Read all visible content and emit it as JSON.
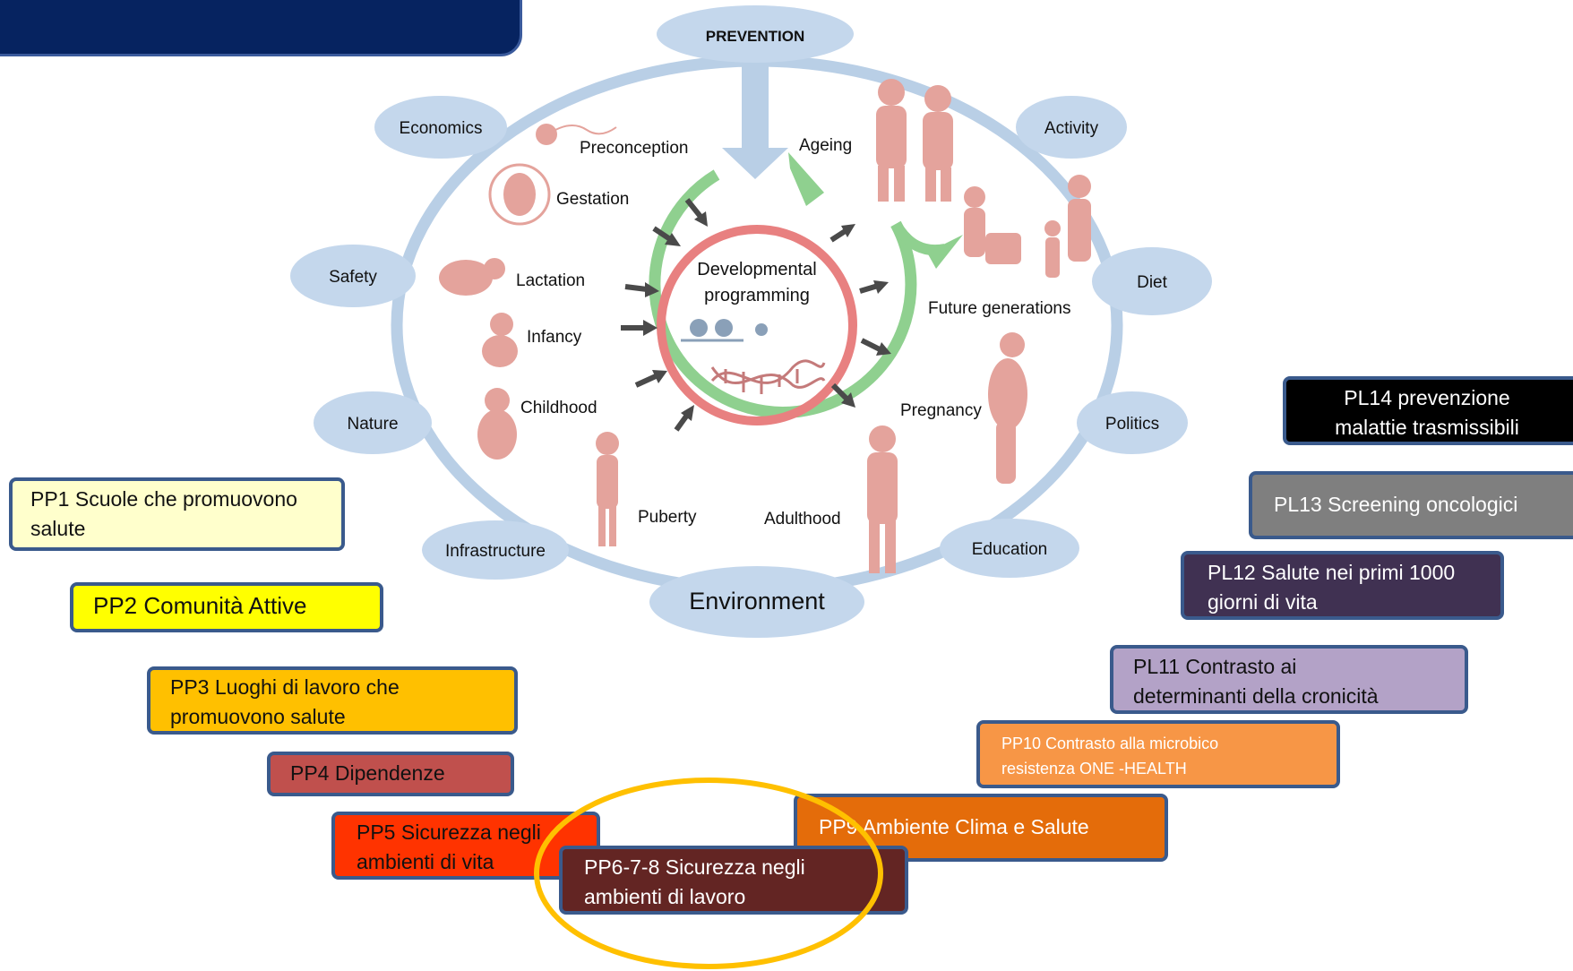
{
  "diagram": {
    "top_label": "PREVENTION",
    "bottom_label": "Environment",
    "center_label_line1": "Developmental",
    "center_label_line2": "programming",
    "outer_nodes": {
      "economics": "Economics",
      "activity": "Activity",
      "safety": "Safety",
      "diet": "Diet",
      "nature": "Nature",
      "politics": "Politics",
      "infrastructure": "Infrastructure",
      "education": "Education"
    },
    "stages": {
      "preconception": "Preconception",
      "gestation": "Gestation",
      "lactation": "Lactation",
      "infancy": "Infancy",
      "childhood": "Childhood",
      "puberty": "Puberty",
      "adulthood": "Adulthood",
      "pregnancy": "Pregnancy",
      "future_generations": "Future generations",
      "ageing": "Ageing"
    },
    "colors": {
      "ring": "#b9cfe6",
      "outer_node": "#c4d7ec",
      "green_arrow": "#8fd08f",
      "red_ring": "#e88080",
      "silhouette": "#e4a39c",
      "arrow_gray": "#4a4a4a"
    }
  },
  "programs": {
    "pp1": {
      "label_line1": "PP1 Scuole che promuovono",
      "label_line2": "salute",
      "color": "#ffffcc"
    },
    "pp2": {
      "label_line1": "PP2 Comunità Attive",
      "color": "#ffff00"
    },
    "pp3": {
      "label_line1": "PP3 Luoghi di lavoro che",
      "label_line2": "promuovono salute",
      "color": "#ffc000"
    },
    "pp4": {
      "label_line1": "PP4 Dipendenze",
      "color": "#c0504d"
    },
    "pp5": {
      "label_line1": "PP5 Sicurezza negli",
      "label_line2": "ambienti di vita",
      "color": "#ff3300"
    },
    "pp678": {
      "label_line1": "PP6-7-8 Sicurezza negli",
      "label_line2": "ambienti di lavoro",
      "color": "#632523"
    },
    "pp9": {
      "label_line1": "PP9 Ambiente Clima e Salute",
      "color": "#e46c0a"
    },
    "pp10": {
      "label_line1": "PP10 Contrasto alla microbico",
      "label_line2": "resistenza ONE -HEALTH",
      "color": "#f79646"
    },
    "pl11": {
      "label_line1": "PL11 Contrasto ai",
      "label_line2": "determinanti della cronicità",
      "color": "#b3a2c7"
    },
    "pl12": {
      "label_line1": "PL12 Salute nei primi 1000",
      "label_line2": "giorni di vita",
      "color": "#403152"
    },
    "pl13": {
      "label_line1": "PL13 Screening oncologici",
      "color": "#7f7f7f"
    },
    "pl14": {
      "label_line1": "PL14 prevenzione",
      "label_line2": "malattie trasmissibili",
      "color": "#000000"
    }
  },
  "highlight_color": "#ffc000"
}
